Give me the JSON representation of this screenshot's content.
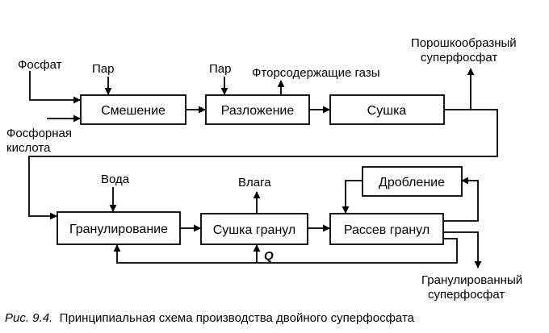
{
  "inputs": {
    "phosphate": "Фосфат",
    "steam_1": "Пар",
    "steam_2": "Пар",
    "phosphoric_acid_line1": "Фосфорная",
    "phosphoric_acid_line2": "кислота",
    "water": "Вода"
  },
  "outputs": {
    "fluorine_gases": "Фторсодержащие газы",
    "powder_superphosphate_line1": "Порошкообразный",
    "powder_superphosphate_line2": "суперфосфат",
    "moisture": "Влага",
    "heat": "Q",
    "granulated_superphosphate_line1": "Гранулированный",
    "granulated_superphosphate_line2": "суперфосфат"
  },
  "steps": {
    "mixing": "Смешение",
    "decomposition": "Разложение",
    "drying": "Сушка",
    "granulation": "Гранулирование",
    "granule_drying": "Сушка гранул",
    "granule_screening": "Рассев гранул",
    "crushing": "Дробление"
  },
  "caption": {
    "number": "Рис. 9.4.",
    "text": "Принципиальная схема производства двойного суперфосфата"
  }
}
